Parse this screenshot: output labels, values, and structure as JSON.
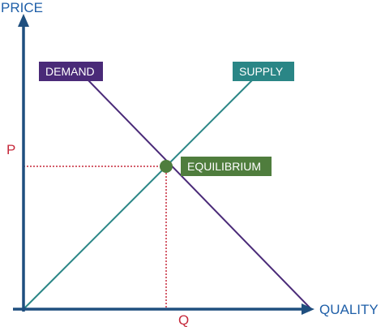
{
  "axes": {
    "y_label": "PRICE",
    "x_label": "QUALITY"
  },
  "markers": {
    "price": "P",
    "quantity": "Q"
  },
  "curves": {
    "demand": {
      "label": "DEMAND",
      "color": "#4a2a78"
    },
    "supply": {
      "label": "SUPPLY",
      "color": "#2a8686"
    }
  },
  "equilibrium": {
    "label": "EQUILIBRIUM",
    "color": "#4f7d3d"
  },
  "colors": {
    "axis": "#1f4f7f",
    "axis_text": "#1f5fa8",
    "guide_lines": "#c6283a"
  }
}
